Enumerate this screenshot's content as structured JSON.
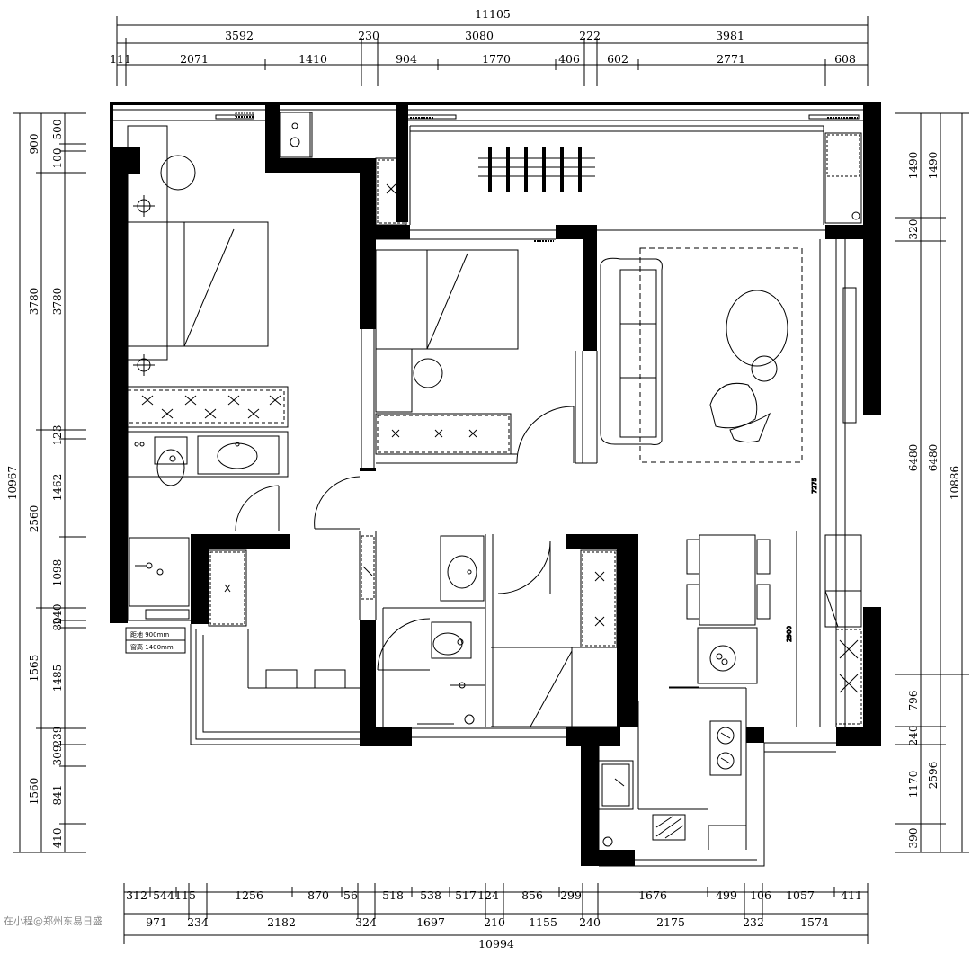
{
  "dimensions": {
    "top_total": "11105",
    "top_row2": [
      "3592",
      "230",
      "3080",
      "222",
      "3981"
    ],
    "top_row3": [
      "111",
      "2071",
      "1410",
      "904",
      "1770",
      "406",
      "602",
      "2771",
      "608"
    ],
    "left_outer": "10967",
    "left_row1": [
      "900",
      "3780",
      "2560",
      "1565",
      "1560"
    ],
    "left_row2": [
      "500",
      "100",
      "3780",
      "123",
      "1462",
      "1098",
      "240",
      "80",
      "1485",
      "239",
      "309",
      "841",
      "410"
    ],
    "right_outer": "10886",
    "right_row1": [
      "1490",
      "6480",
      "2596"
    ],
    "right_row2": [
      "1490",
      "320",
      "6480",
      "796",
      "240",
      "1170",
      "390"
    ],
    "bottom_row1": [
      "312",
      "544",
      "115",
      "1256",
      "870",
      "56",
      "518",
      "538",
      "517",
      "124",
      "856",
      "299",
      "1676",
      "499",
      "106",
      "1057",
      "411"
    ],
    "bottom_row2": [
      "971",
      "234",
      "2182",
      "324",
      "1697",
      "210",
      "1155",
      "240",
      "2175",
      "232",
      "1574"
    ],
    "bottom_total": "10994",
    "inner_7275": "7275",
    "inner_2900": "2900"
  },
  "window_note": {
    "line1": "距地 900mm",
    "line2": "窗高 1400mm"
  },
  "watermark": "在小程@郑州东易日盛"
}
